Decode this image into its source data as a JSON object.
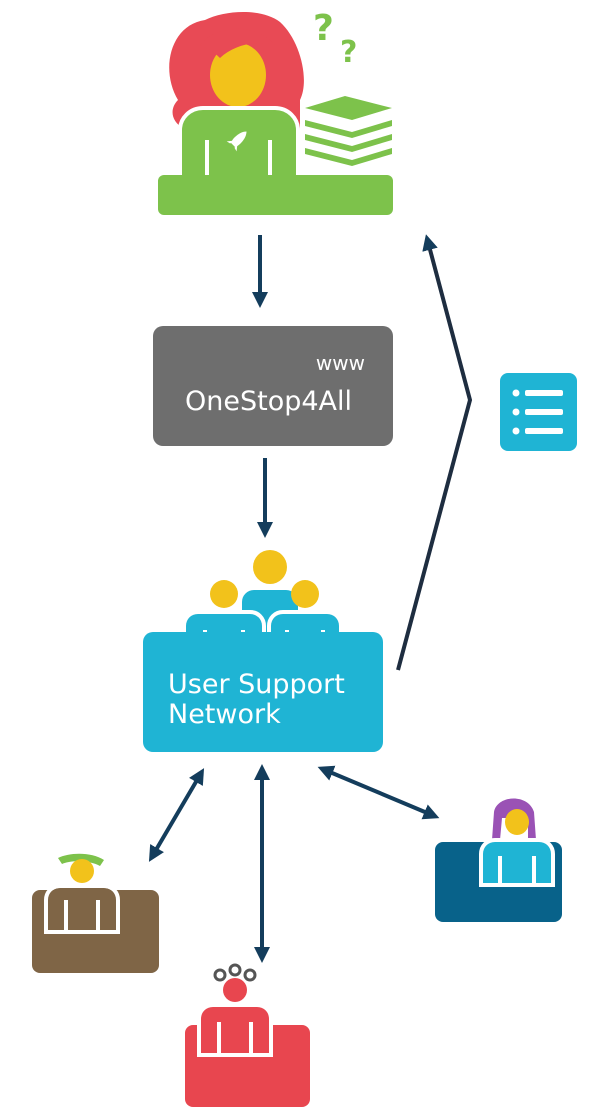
{
  "website_box": {
    "www": "www",
    "name": "OneStop4All"
  },
  "support_box": {
    "line1": "User Support",
    "line2": "Network"
  },
  "question_marks": {
    "q1": "?",
    "q2": "?"
  },
  "colors": {
    "researcher_green": "#7dc24b",
    "researcher_hair": "#e84a55",
    "website_grey": "#6e6e6e",
    "support_cyan": "#1fb4d4",
    "arrow_navy": "#143d5c",
    "skin_yellow": "#f2c21b",
    "brown_user": "#7f6546",
    "red_user": "#e8464f",
    "blue_user": "#08628a",
    "purple_hair": "#9a52b5"
  },
  "icons": [
    "question-icon",
    "book-stack-icon",
    "rocket-icon",
    "checklist-icon",
    "person-icon"
  ]
}
